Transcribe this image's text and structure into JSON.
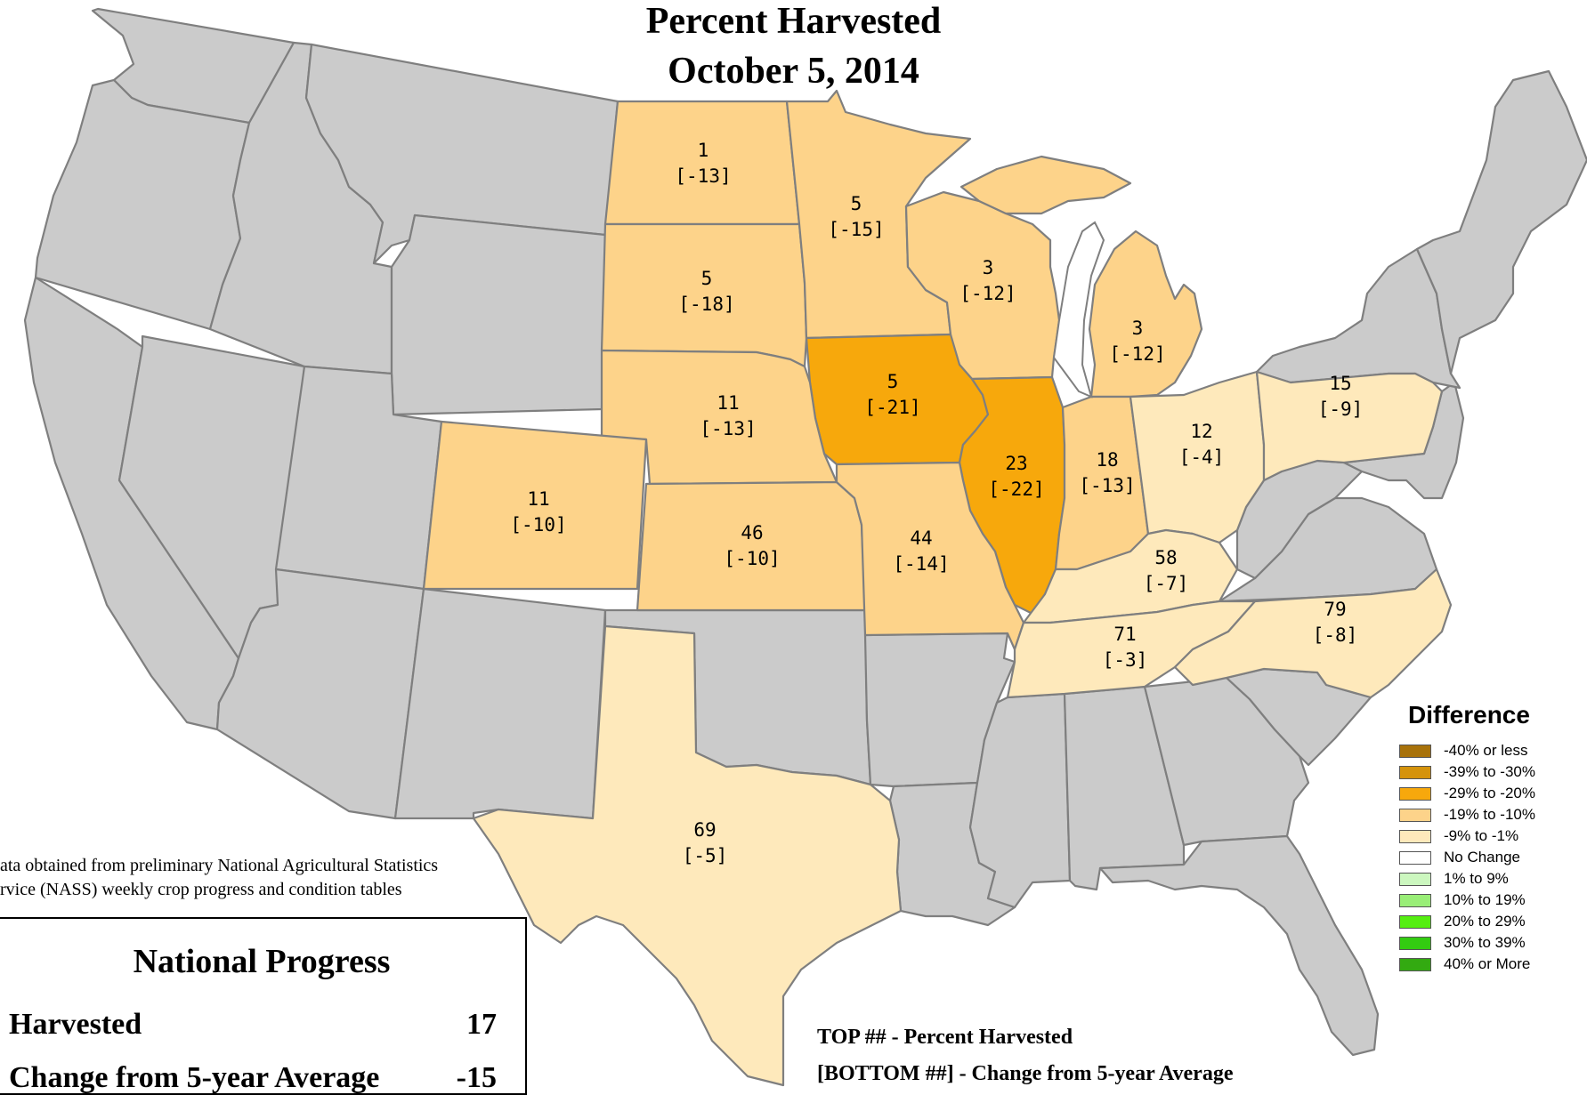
{
  "title": {
    "line1": "Percent Harvested",
    "line2": "October 5, 2014"
  },
  "colors": {
    "other_state": "#cbcbcb",
    "lake": "#ffffff",
    "border": "#7f7f7f"
  },
  "states": [
    {
      "id": "nd",
      "name": "North Dakota",
      "top": "1",
      "bottom": "[-13]",
      "legend_bin": 3
    },
    {
      "id": "mn",
      "name": "Minnesota",
      "top": "5",
      "bottom": "[-15]",
      "legend_bin": 3
    },
    {
      "id": "sd",
      "name": "South Dakota",
      "top": "5",
      "bottom": "[-18]",
      "legend_bin": 3
    },
    {
      "id": "wi",
      "name": "Wisconsin",
      "top": "3",
      "bottom": "[-12]",
      "legend_bin": 3
    },
    {
      "id": "mi",
      "name": "Michigan",
      "top": "3",
      "bottom": "[-12]",
      "legend_bin": 3
    },
    {
      "id": "ia",
      "name": "Iowa",
      "top": "5",
      "bottom": "[-21]",
      "legend_bin": 2
    },
    {
      "id": "ne",
      "name": "Nebraska",
      "top": "11",
      "bottom": "[-13]",
      "legend_bin": 3
    },
    {
      "id": "il",
      "name": "Illinois",
      "top": "23",
      "bottom": "[-22]",
      "legend_bin": 2
    },
    {
      "id": "in",
      "name": "Indiana",
      "top": "18",
      "bottom": "[-13]",
      "legend_bin": 3
    },
    {
      "id": "oh",
      "name": "Ohio",
      "top": "12",
      "bottom": "[-4]",
      "legend_bin": 4
    },
    {
      "id": "pa",
      "name": "Pennsylvania",
      "top": "15",
      "bottom": "[-9]",
      "legend_bin": 4
    },
    {
      "id": "co",
      "name": "Colorado",
      "top": "11",
      "bottom": "[-10]",
      "legend_bin": 3
    },
    {
      "id": "ks",
      "name": "Kansas",
      "top": "46",
      "bottom": "[-10]",
      "legend_bin": 3
    },
    {
      "id": "mo",
      "name": "Missouri",
      "top": "44",
      "bottom": "[-14]",
      "legend_bin": 3
    },
    {
      "id": "ky",
      "name": "Kentucky",
      "top": "58",
      "bottom": "[-7]",
      "legend_bin": 4
    },
    {
      "id": "tn",
      "name": "Tennessee",
      "top": "71",
      "bottom": "[-3]",
      "legend_bin": 4
    },
    {
      "id": "nc",
      "name": "North Carolina",
      "top": "79",
      "bottom": "[-8]",
      "legend_bin": 4
    },
    {
      "id": "tx",
      "name": "Texas",
      "top": "69",
      "bottom": "[-5]",
      "legend_bin": 4
    }
  ],
  "legend": {
    "title": "Difference",
    "items": [
      {
        "label": "-40% or less",
        "color": "#a8720a"
      },
      {
        "label": "-39% to -30%",
        "color": "#d5930b"
      },
      {
        "label": "-29% to -20%",
        "color": "#f7a80c"
      },
      {
        "label": "-19% to -10%",
        "color": "#fdd38a"
      },
      {
        "label": "-9% to -1%",
        "color": "#fee9bb"
      },
      {
        "label": "No Change",
        "color": "#ffffff"
      },
      {
        "label": "1% to 9%",
        "color": "#ccf7bf"
      },
      {
        "label": "10% to 19%",
        "color": "#99ee77"
      },
      {
        "label": "20% to 29%",
        "color": "#55ee11"
      },
      {
        "label": "30% to 39%",
        "color": "#33cc11"
      },
      {
        "label": "40% or More",
        "color": "#33aa11"
      }
    ]
  },
  "source": {
    "line1": "ata obtained from preliminary National Agricultural Statistics",
    "line2": "rvice (NASS) weekly crop progress and condition tables"
  },
  "national_progress": {
    "title": "National Progress",
    "rows": [
      {
        "label": "Harvested",
        "value": "17"
      },
      {
        "label": "Change from 5-year Average",
        "value": "-15"
      }
    ]
  },
  "footnote": {
    "top": "TOP ## - Percent Harvested",
    "bottom": "[BOTTOM ##] - Change from 5-year Average"
  }
}
